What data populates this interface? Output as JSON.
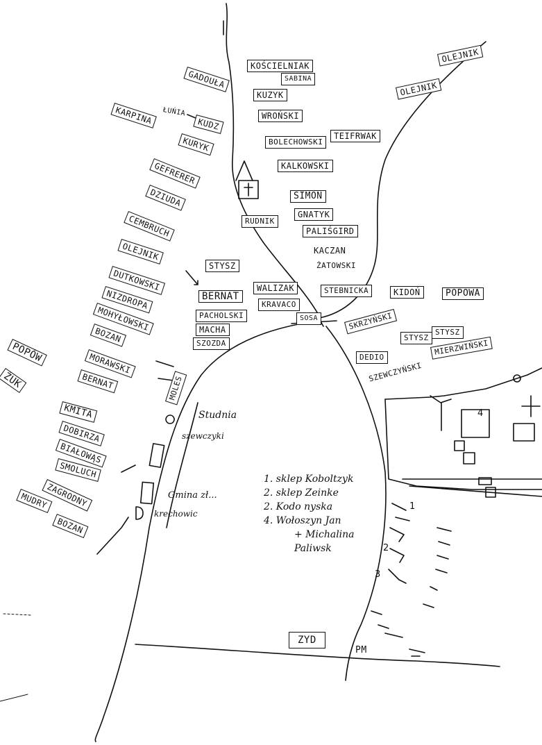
{
  "labels": [
    {
      "id": "gadoula",
      "text": "GADOUŁA",
      "box": true
    },
    {
      "id": "karpina",
      "text": "KARPINA",
      "box": true
    },
    {
      "id": "kudz",
      "text": "KUDZ",
      "box": true
    },
    {
      "id": "lubnia",
      "text": "ŁUŃIA",
      "box": false
    },
    {
      "id": "kuryk-w",
      "text": "KURYK",
      "box": true
    },
    {
      "id": "gefrerer",
      "text": "GEFRERER",
      "box": true
    },
    {
      "id": "dziuda",
      "text": "DZIUDA",
      "box": true
    },
    {
      "id": "cembruch",
      "text": "CEMBRUCH",
      "box": true
    },
    {
      "id": "olejnik-w",
      "text": "OLEJNIK",
      "box": true
    },
    {
      "id": "dutkowski",
      "text": "DUTKOWSKI",
      "box": true
    },
    {
      "id": "nizdropa",
      "text": "NIZDROPA",
      "box": true
    },
    {
      "id": "mohylowski",
      "text": "MOHYŁOWSKI",
      "box": true
    },
    {
      "id": "bozan-1",
      "text": "BOZAN",
      "box": true
    },
    {
      "id": "morawski",
      "text": "MORAWSKI",
      "box": true
    },
    {
      "id": "bernat-w",
      "text": "BERNAT",
      "box": true
    },
    {
      "id": "popow-w",
      "text": "POPÓW",
      "box": true
    },
    {
      "id": "zuk",
      "text": "ŻUK",
      "box": true
    },
    {
      "id": "kmita",
      "text": "KMITA",
      "box": true
    },
    {
      "id": "dobirza",
      "text": "DOBIRZA",
      "box": true
    },
    {
      "id": "bialowas",
      "text": "BIAŁOWĄS",
      "box": true
    },
    {
      "id": "smoluch",
      "text": "SMOLUCH",
      "box": true
    },
    {
      "id": "zagrodny",
      "text": "ZAGRODNY",
      "box": true
    },
    {
      "id": "mudry",
      "text": "MUDRY",
      "box": true
    },
    {
      "id": "bozan-2",
      "text": "BOZAN",
      "box": true
    },
    {
      "id": "moles",
      "text": "MOLES",
      "box": true
    },
    {
      "id": "koscielniak",
      "text": "KOŚCIELNIAK",
      "box": true
    },
    {
      "id": "sabina",
      "text": "SABINA",
      "box": true
    },
    {
      "id": "kuzyk",
      "text": "KUZYK",
      "box": true
    },
    {
      "id": "wronski",
      "text": "WROŃSKI",
      "box": true
    },
    {
      "id": "bolechowski",
      "text": "BOLECHOWSKI",
      "box": true
    },
    {
      "id": "teifrwak",
      "text": "TEIFRWAK",
      "box": true
    },
    {
      "id": "kalkowski",
      "text": "KALKOWSKI",
      "box": true
    },
    {
      "id": "rudnik",
      "text": "RUDNIK",
      "box": true
    },
    {
      "id": "simon",
      "text": "SIMON",
      "box": true
    },
    {
      "id": "gnatyk",
      "text": "GNATYK",
      "box": true
    },
    {
      "id": "palisgird",
      "text": "PALIŚGIRD",
      "box": true
    },
    {
      "id": "kaczan",
      "text": "KACZAN",
      "box": false
    },
    {
      "id": "zatowski",
      "text": "ŻATOWSKI",
      "box": false
    },
    {
      "id": "stysz-1",
      "text": "STYSZ",
      "box": true
    },
    {
      "id": "bernat-c",
      "text": "BERNAT",
      "box": true
    },
    {
      "id": "pacholski",
      "text": "PACHOLSKI",
      "box": true
    },
    {
      "id": "macha",
      "text": "MACHA",
      "box": true
    },
    {
      "id": "szozda",
      "text": "SZOZDA",
      "box": true
    },
    {
      "id": "walizak",
      "text": "WALIZAK",
      "box": true
    },
    {
      "id": "kravaco",
      "text": "KRAVACO",
      "box": true
    },
    {
      "id": "stebnicka",
      "text": "STEBNICKA",
      "box": true
    },
    {
      "id": "sosa",
      "text": "SOSA",
      "box": true
    },
    {
      "id": "olejnik-ne1",
      "text": "OLEJNIK",
      "box": true
    },
    {
      "id": "olejnik-ne2",
      "text": "OLEJNIK",
      "box": true
    },
    {
      "id": "kidon",
      "text": "KIDOŃ",
      "box": true
    },
    {
      "id": "popowa",
      "text": "POPOWA",
      "box": true
    },
    {
      "id": "skrzynski",
      "text": "SKRZYŃSKI",
      "box": true
    },
    {
      "id": "stysz-2",
      "text": "STYSZ",
      "box": true
    },
    {
      "id": "stysz-3",
      "text": "STYSZ",
      "box": true
    },
    {
      "id": "dedio",
      "text": "DEDIO",
      "box": true
    },
    {
      "id": "mierzwinski",
      "text": "MIERZWIŃSKI",
      "box": true
    },
    {
      "id": "szewczynski",
      "text": "SZEWCZYŃSKI",
      "box": false
    },
    {
      "id": "zyd",
      "text": "ZYD",
      "box": true
    },
    {
      "id": "pm",
      "text": "PM",
      "box": false
    }
  ],
  "notes": {
    "studnia": "Studnia",
    "szewczyki": "szewczyki",
    "gmina": "Gmina zł...",
    "krechowic": "krechowic"
  },
  "legend": [
    "1. sklep Koboltzyk",
    "2. sklep Zeinke",
    "2. Kodo nyska",
    "4. Wołoszyn Jan",
    "+ Michalina",
    "Paliwsk"
  ],
  "numbers": {
    "n1": "1",
    "n2": "2",
    "n3": "3",
    "n4": "4"
  }
}
